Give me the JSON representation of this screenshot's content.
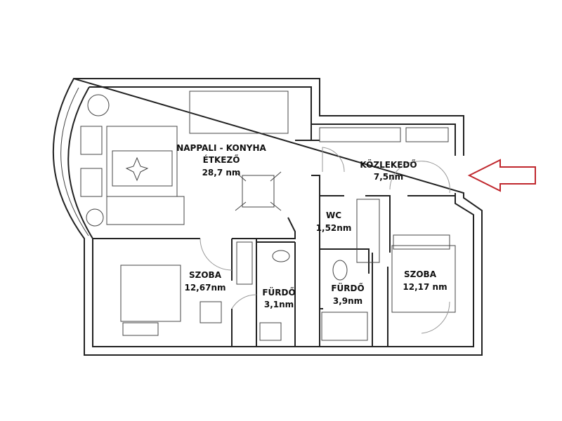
{
  "rooms": [
    {
      "name": "NAPPALI - KONYHA",
      "name2": "ÉTKEZŐ",
      "area": "28,7 nm"
    },
    {
      "name": "KÖZLEKEDŐ",
      "area": "7,5nm"
    },
    {
      "name": "WC",
      "area": "1,52nm"
    },
    {
      "name": "SZOBA",
      "area": "12,67nm"
    },
    {
      "name": "FÜRDŐ",
      "area": "3,1nm"
    },
    {
      "name": "FÜRDŐ",
      "area": "3,9nm"
    },
    {
      "name": "SZOBA",
      "area": "12,17 nm"
    }
  ],
  "colors": {
    "wall": "#222222",
    "entrance_arrow": "#c0272d"
  }
}
